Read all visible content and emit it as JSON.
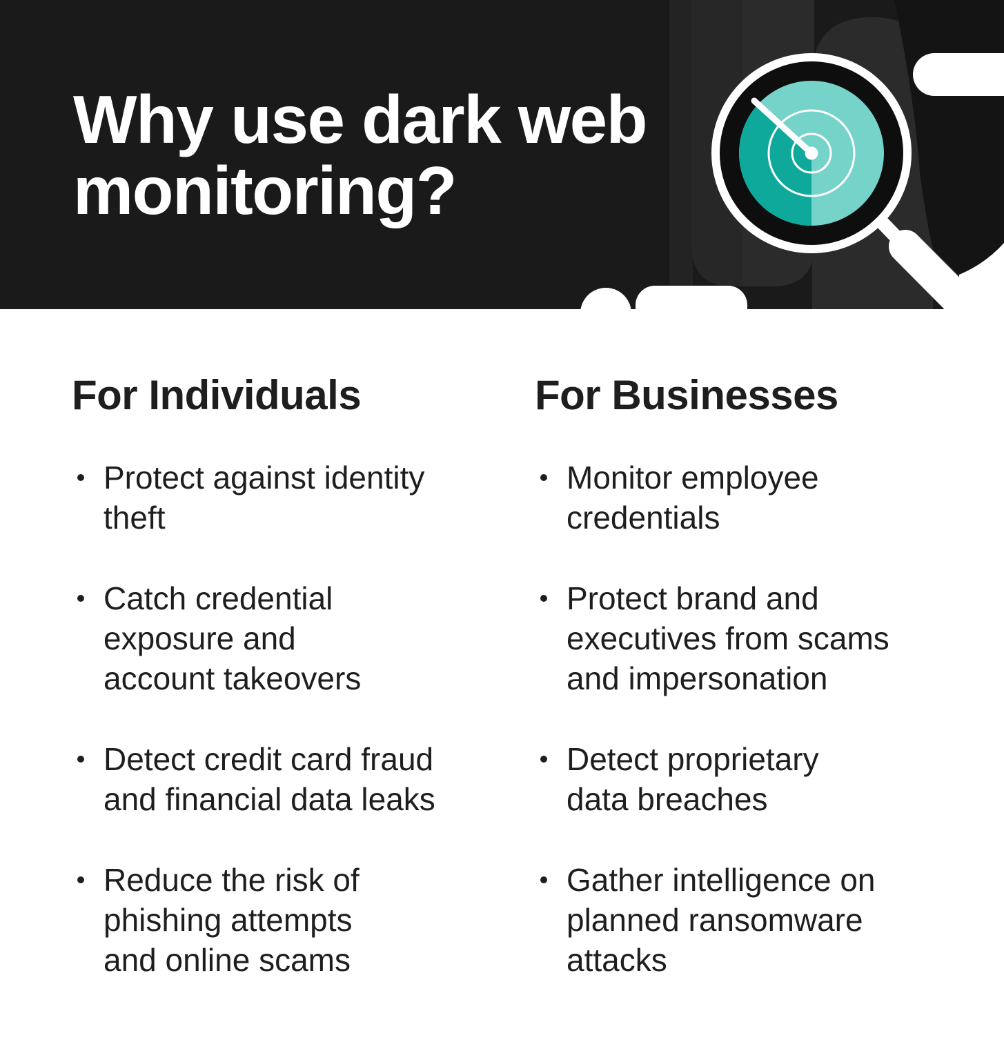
{
  "bullet_marker": "•",
  "header": {
    "title": "Why use dark web\nmonitoring?"
  },
  "columns": [
    {
      "heading": "For Individuals",
      "items": [
        {
          "text": "Protect against identity\ntheft"
        },
        {
          "text": "Catch credential\nexposure and\naccount takeovers"
        },
        {
          "text": "Detect credit card fraud\nand financial data leaks"
        },
        {
          "text": "Reduce the risk of\nphishing attempts\nand online scams"
        }
      ]
    },
    {
      "heading": "For Businesses",
      "items": [
        {
          "text": "Monitor employee\ncredentials"
        },
        {
          "text": "Protect brand and\nexecutives from scams\nand impersonation"
        },
        {
          "text": "Detect proprietary\ndata breaches"
        },
        {
          "text": "Gather intelligence on\nplanned ransomware\nattacks"
        }
      ]
    }
  ],
  "colors": {
    "header_bg": "#1a1a1a",
    "radar_teal_dark": "#0fa99b",
    "radar_teal_light": "#76d3c9",
    "body_text": "#1e1e1e",
    "white": "#ffffff"
  }
}
